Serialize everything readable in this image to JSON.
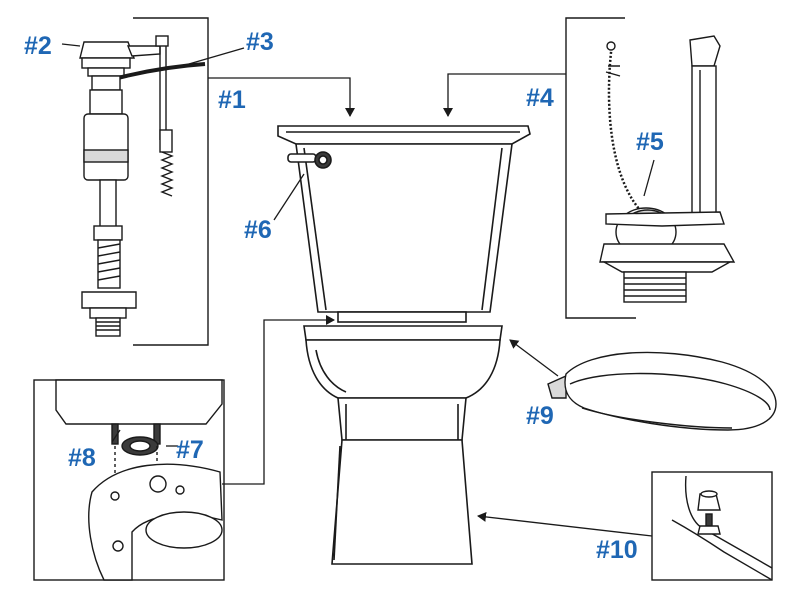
{
  "labels": {
    "fill_valve": "#1",
    "fill_valve_cap": "#2",
    "refill_tube": "#3",
    "flush_valve": "#4",
    "flapper": "#5",
    "trip_lever": "#6",
    "tank_to_bowl_gasket": "#7",
    "tank_bolts": "#8",
    "seat": "#9",
    "bolt_caps": "#10"
  },
  "colors": {
    "label": "#1f67b4",
    "line": "#1a1a1a",
    "fill": "#ffffff",
    "shade": "#d9d9d9",
    "dark": "#3a3a3a"
  }
}
